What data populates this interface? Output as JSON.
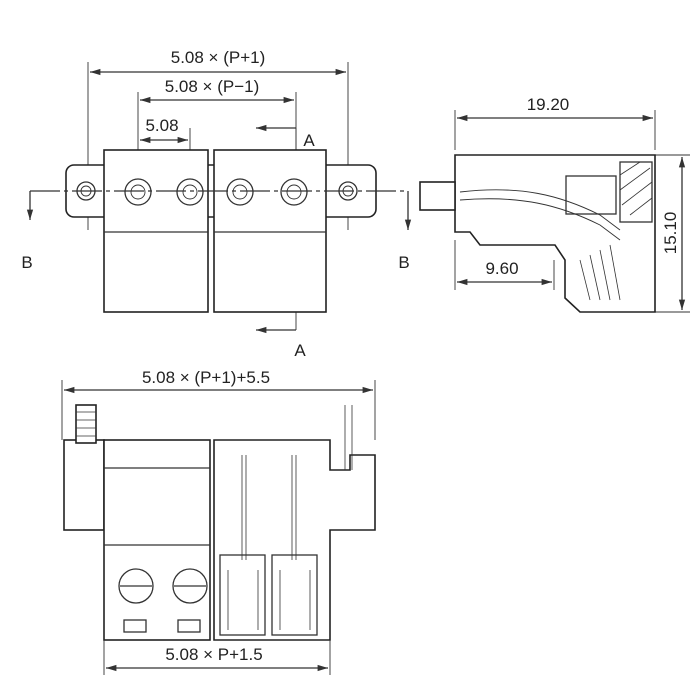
{
  "front_view": {
    "dim_pitch_plus_one": "5.08 × (P+1)",
    "dim_pitch_minus_one": "5.08 × (P−1)",
    "dim_pitch": "5.08",
    "section_a_top": "A",
    "section_a_bottom": "A",
    "section_b_left": "B",
    "section_b_right": "B"
  },
  "side_view": {
    "dim_length": "19.20",
    "dim_height": "15.10",
    "dim_depth": "9.60"
  },
  "section_view": {
    "dim_overall": "5.08 × (P+1)+5.5",
    "dim_body": "5.08 × P+1.5"
  }
}
